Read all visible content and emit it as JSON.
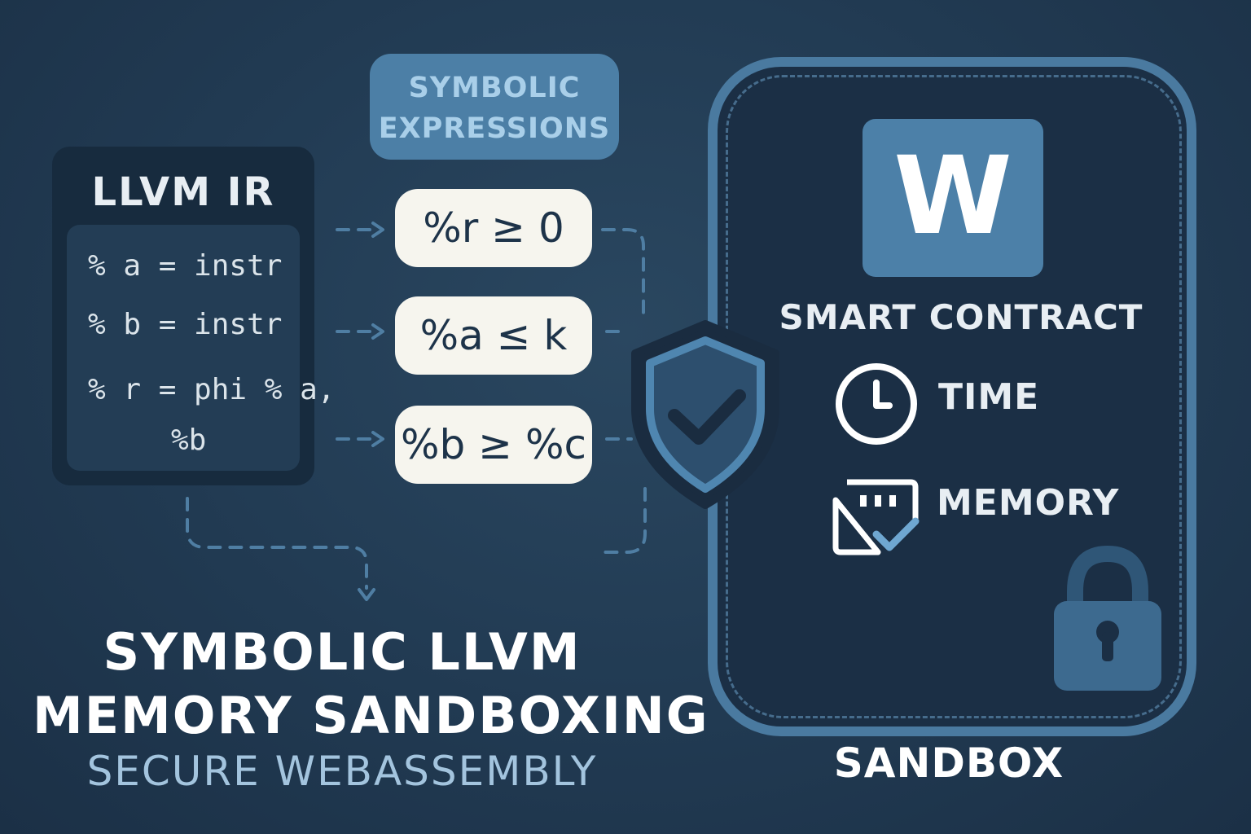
{
  "llvm_panel": {
    "title": "LLVM IR",
    "code_lines": [
      "% a = instr",
      "% b = instr",
      "% r = phi % a,",
      "%b"
    ]
  },
  "symbolic_tag": {
    "line1": "SYMBOLIC",
    "line2": "EXPRESSIONS"
  },
  "expressions": [
    "%r ≥ 0",
    "%a ≤ k",
    "%b ≥ %c"
  ],
  "sandbox": {
    "logo_letter": "W",
    "contract_label": "SMART CONTRACT",
    "resources": [
      {
        "label": "TIME",
        "icon": "clock-icon"
      },
      {
        "label": "MEMORY",
        "icon": "memory-check-icon"
      }
    ],
    "label": "SANDBOX"
  },
  "title": {
    "line1": "SYMBOLIC LLVM",
    "line2": "MEMORY SANDBOXING"
  },
  "subtitle": "SECURE WEBASSEMBLY",
  "colors": {
    "background": "#213a52",
    "accent": "#4c80a8",
    "pill": "#f6f5ee",
    "subtitle": "#a3c4de"
  }
}
